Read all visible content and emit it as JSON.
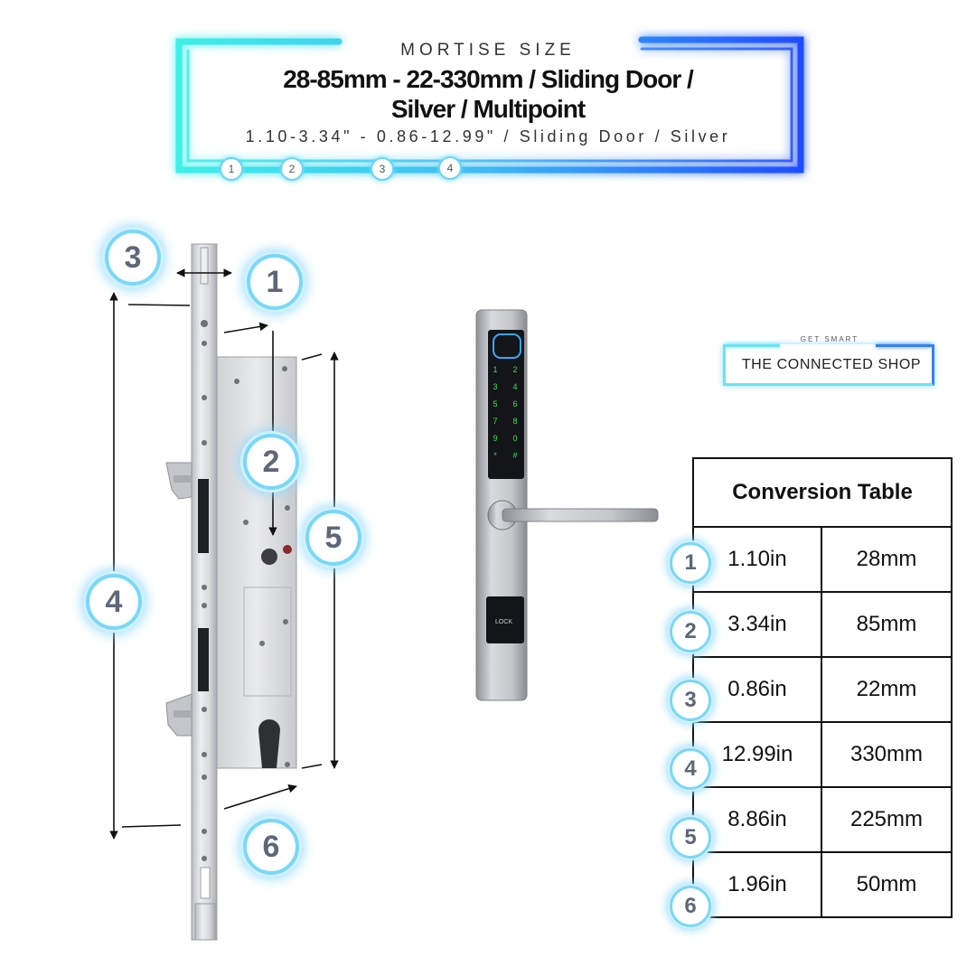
{
  "header": {
    "label": "MORTISE SIZE",
    "title_line1": "28-85mm - 22-330mm / Sliding Door /",
    "title_line2": "Silver / Multipoint",
    "subtitle": "1.10-3.34\" - 0.86-12.99\" / Sliding Door / Silver",
    "steps": [
      "1",
      "2",
      "3",
      "4"
    ],
    "accent_cyan": "#4fe8f0",
    "accent_blue": "#1f5cff"
  },
  "diagram": {
    "badges": [
      "3",
      "1",
      "2",
      "5",
      "4",
      "6"
    ]
  },
  "handle": {
    "keypad_keys": [
      "1",
      "2",
      "3",
      "4",
      "5",
      "6",
      "7",
      "8",
      "9",
      "0",
      "*",
      "#"
    ],
    "lock_label": "LOCK"
  },
  "logo": {
    "tagline": "GET SMART",
    "name": "THE CONNECTED SHOP"
  },
  "conversion_table": {
    "title": "Conversion Table",
    "rows": [
      {
        "num": "1",
        "inches": "1.10in",
        "mm": "28mm"
      },
      {
        "num": "2",
        "inches": "3.34in",
        "mm": "85mm"
      },
      {
        "num": "3",
        "inches": "0.86in",
        "mm": "22mm"
      },
      {
        "num": "4",
        "inches": "12.99in",
        "mm": "330mm"
      },
      {
        "num": "5",
        "inches": "8.86in",
        "mm": "225mm"
      },
      {
        "num": "6",
        "inches": "1.96in",
        "mm": "50mm"
      }
    ]
  }
}
